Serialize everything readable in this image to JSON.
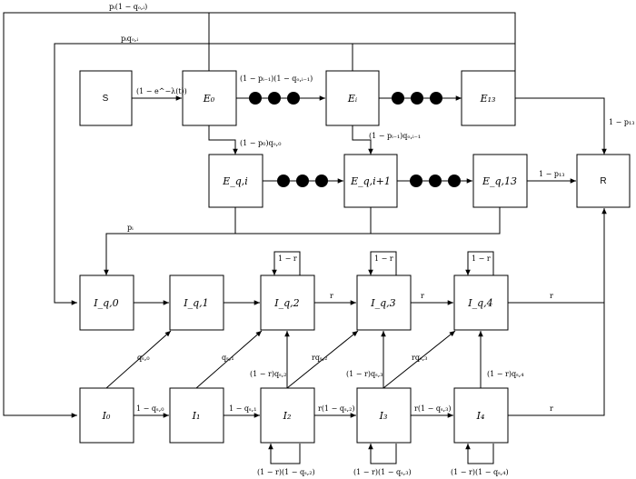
{
  "nodes": {
    "S": "S",
    "E0": "E₀",
    "Ei": "Eᵢ",
    "E13": "E₁₃",
    "Eqi": "E_q,i",
    "Eqi1": "E_q,i+1",
    "Eq13": "E_q,13",
    "R": "R",
    "Iq0": "I_q,0",
    "Iq1": "I_q,1",
    "Iq2": "I_q,2",
    "Iq3": "I_q,3",
    "Iq4": "I_q,4",
    "I0": "I₀",
    "I1": "I₁",
    "I2": "I₂",
    "I3": "I₃",
    "I4": "I₄"
  },
  "edge_labels": {
    "top1": "pᵢ(1 − qₒ,ᵢ)",
    "top2": "pᵢqₒ,ᵢ",
    "s_e0": "(1 − e^−λ(t))",
    "e0_ei": "(1 − pᵢ₋₁)(1 − qₒ,ᵢ₋₁)",
    "e0_eqi": "(1 − p₀)qₒ,₀",
    "ei_eqi1": "(1 − pᵢ₋₁)qₒ,ᵢ₋₁",
    "e13_r": "1 − p₁₃",
    "eq13_r": "1 − p₁₃",
    "pi": "pᵢ",
    "self_iq2": "1 − r",
    "self_iq3": "1 − r",
    "self_iq4": "1 − r",
    "iq2_iq3": "r",
    "iq3_iq4": "r",
    "iq4_r": "r",
    "qs0": "qₛ,₀",
    "qs1": "qₛ,₁",
    "rqs2": "rqₛ,₂",
    "rqs3": "rqₛ,₃",
    "i2_iq2": "(1 − r)qₛ,₂",
    "i3_iq3": "(1 − r)qₛ,₃",
    "i4_iq4": "(1 − r)qₛ,₄",
    "i0_i1": "1 − qₛ,₀",
    "i1_i2": "1 − qₛ,₁",
    "i2_i3": "r(1 − qₛ,₂)",
    "i3_i4": "r(1 − qₛ,₃)",
    "i4_r": "r",
    "self_i2": "(1 − r)(1 − qₛ,₂)",
    "self_i3": "(1 − r)(1 − qₛ,₃)",
    "self_i4": "(1 − r)(1 − qₛ,₄)"
  }
}
